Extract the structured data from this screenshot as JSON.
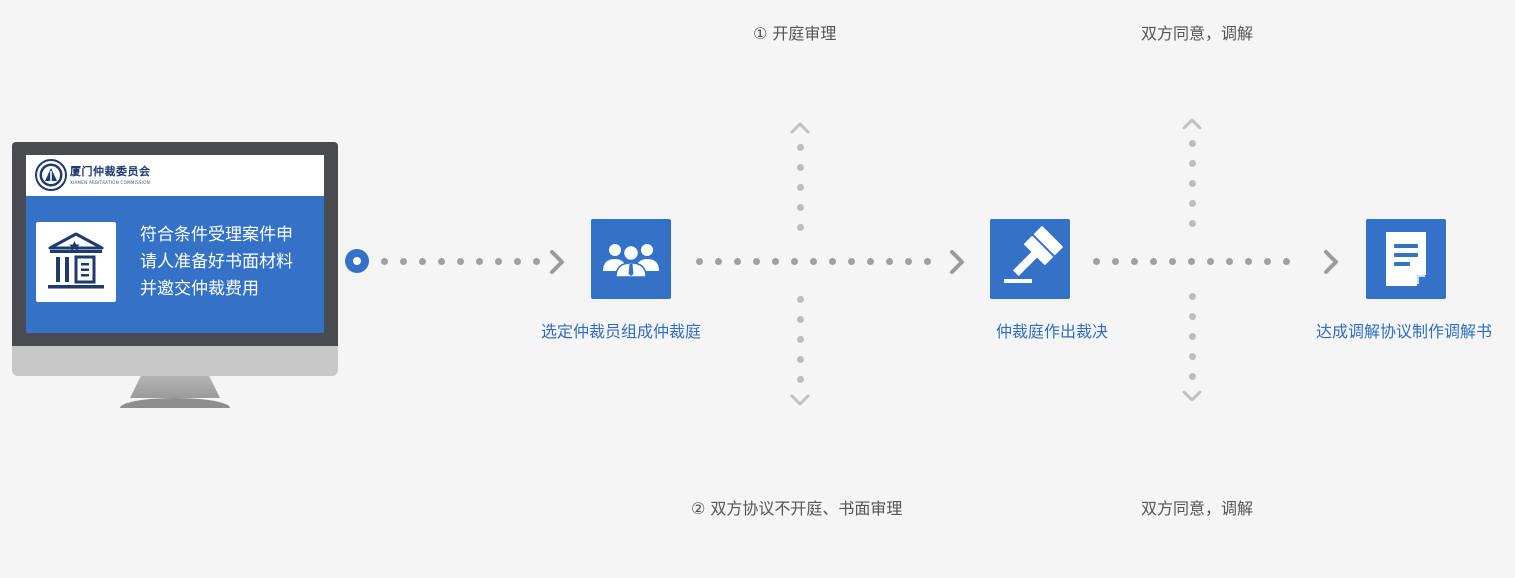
{
  "monitor": {
    "org_name": "厦门仲裁委员会",
    "org_subtitle": "XIAMEN ARBITRATION COMMISSION",
    "text_lines": [
      "符合条件受理案件申",
      "请人准备好书面材料",
      "并邀交仲裁费用"
    ]
  },
  "steps": [
    {
      "label": "选定仲裁员组成仲裁庭",
      "icon": "people-group-icon"
    },
    {
      "label": "仲裁庭作出裁决",
      "icon": "gavel-icon"
    },
    {
      "label": "达成调解协议制作调解书",
      "icon": "document-icon"
    }
  ],
  "branches": {
    "hearing_top": "① 开庭审理",
    "hearing_bottom": "② 双方协议不开庭、书面审理",
    "mediation_top": "双方同意，调解",
    "mediation_bottom": "双方同意，调解"
  },
  "colors": {
    "accent": "#3472c8",
    "label_blue": "#2f6ec4",
    "dots": "#a0a0a0",
    "branch_text": "#555555",
    "background": "#f5f5f5"
  }
}
